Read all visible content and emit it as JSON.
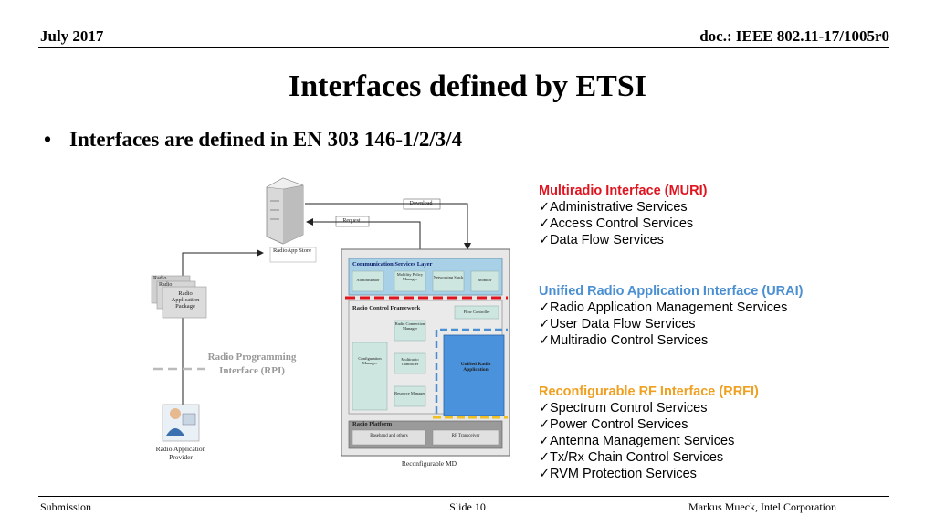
{
  "header": {
    "date": "July 2017",
    "doc": "doc.: IEEE 802.11-17/1005r0"
  },
  "slide": {
    "title": "Interfaces defined by ETSI",
    "bullet": "Interfaces are defined in EN 303 146-1/2/3/4"
  },
  "diagram": {
    "download": "Download",
    "request": "Request",
    "store": "RadioApp Store",
    "package_back1": "Radio",
    "package_back2": "Radio",
    "package_front": "Radio Application Package",
    "rpi": "Radio Programming Interface (RPI)",
    "provider": "Radio Application Provider",
    "comm_layer": "Communication Services Layer",
    "administrator": "Administrator",
    "mobility": "Mobility Policy Manager",
    "networking": "Networking Stack",
    "monitor": "Monitor",
    "rcf": "Radio Control Framework",
    "flow_controller": "Flow Controller",
    "config_manager": "Configuration Manager",
    "radio_conn": "Radio Connection Manager",
    "multiradio_ctrl": "Multiradio Controller",
    "resource_mgr": "Resource Manager",
    "ura": "Unified Radio Application",
    "radio_platform": "Radio Platform",
    "baseband": "Baseband and others",
    "rf": "RF Transceiver",
    "md": "Reconfigurable MD"
  },
  "sections": [
    {
      "title": "Multiradio Interface (MURI)",
      "color": "#e0141e",
      "items": [
        "Administrative Services",
        "Access Control Services",
        "Data Flow Services"
      ]
    },
    {
      "title": "Unified Radio Application Interface (URAI)",
      "color": "#4a8fd2",
      "items": [
        "Radio Application Management Services",
        "User Data Flow Services",
        "Multiradio Control Services"
      ]
    },
    {
      "title": "Reconfigurable RF Interface (RRFI)",
      "color": "#f0a020",
      "items": [
        "Spectrum Control Services",
        "Power Control Services",
        "Antenna Management Services",
        "Tx/Rx Chain Control Services",
        "RVM Protection Services"
      ]
    }
  ],
  "check": "✓",
  "footer": {
    "left": "Submission",
    "center": "Slide 10",
    "right": "Markus Mueck, Intel Corporation"
  }
}
